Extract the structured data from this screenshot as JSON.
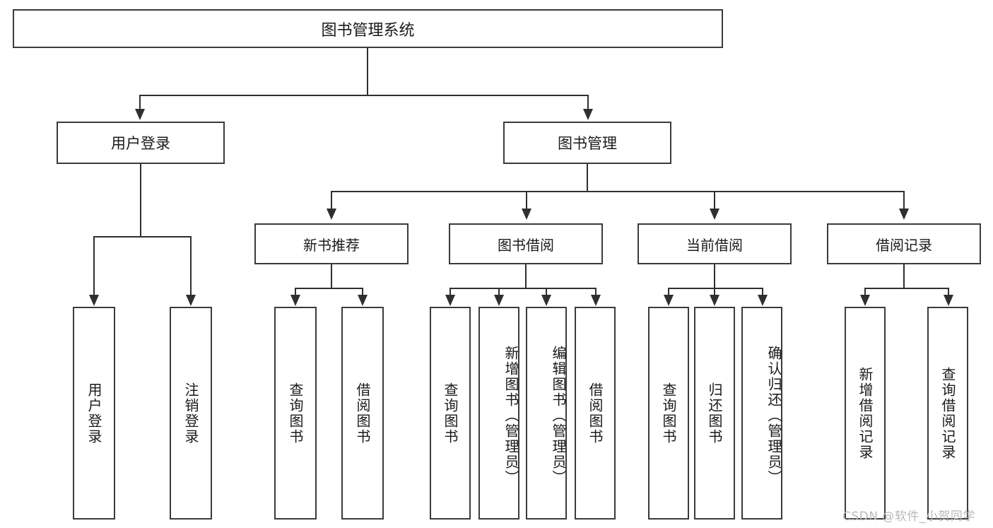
{
  "diagram": {
    "title": "图书管理系统",
    "root": {
      "label": "图书管理系统"
    },
    "level1": [
      {
        "label": "用户登录"
      },
      {
        "label": "图书管理"
      }
    ],
    "level2": [
      {
        "label": "新书推荐"
      },
      {
        "label": "图书借阅"
      },
      {
        "label": "当前借阅"
      },
      {
        "label": "借阅记录"
      }
    ],
    "leaves": {
      "user_login": [
        {
          "label": "用户登录"
        },
        {
          "label": "注销登录"
        }
      ],
      "new_book": [
        {
          "label": "查询图书"
        },
        {
          "label": "借阅图书"
        }
      ],
      "book_borrow": [
        {
          "label": "查询图书"
        },
        {
          "label": "新增图书（管理员）"
        },
        {
          "label": "编辑图书（管理员）"
        },
        {
          "label": "借阅图书"
        }
      ],
      "current_borrow": [
        {
          "label": "查询图书"
        },
        {
          "label": "归还图书"
        },
        {
          "label": "确认归还（管理员）"
        }
      ],
      "borrow_record": [
        {
          "label": "新增借阅记录"
        },
        {
          "label": "查询借阅记录"
        }
      ]
    }
  },
  "watermark": {
    "text": "CSDN @软件_小贺同学"
  },
  "colors": {
    "border": "#3b3b3b",
    "connector": "#2f2f2f",
    "text": "#1a1a1a",
    "watermark": "#b9b9b9",
    "background": "#ffffff"
  }
}
